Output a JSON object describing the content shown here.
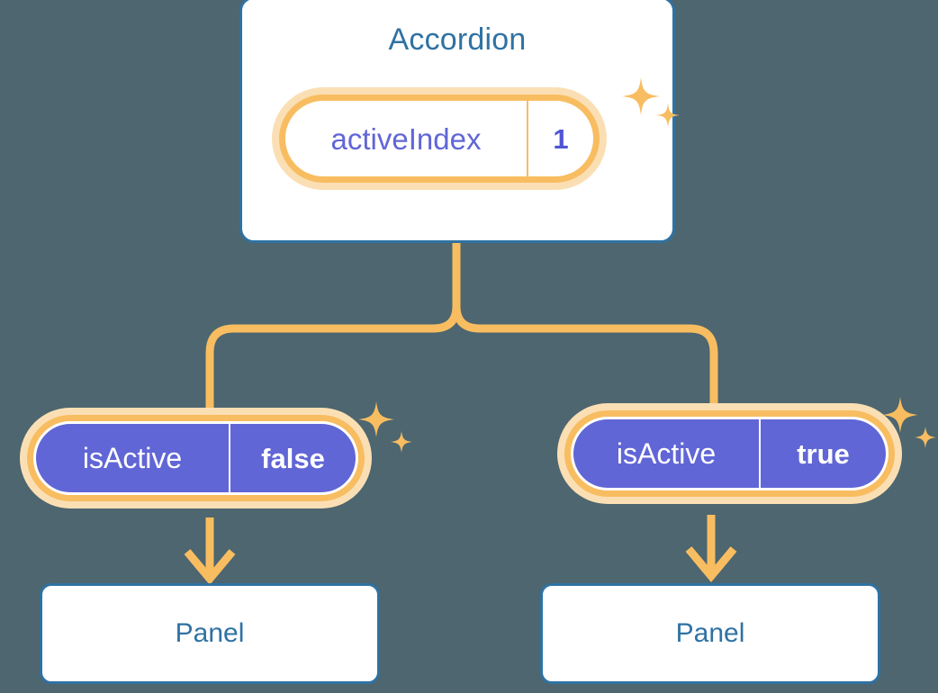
{
  "diagram": {
    "type": "component-state-tree",
    "background_color": "#4d666f",
    "accent_orange": "#f8bd61",
    "accent_orange_halo": "#fbdfb4",
    "accent_blue": "#2f72a3",
    "accent_purple": "#6166d6",
    "root": {
      "title": "Accordion",
      "state": {
        "key": "activeIndex",
        "value": "1"
      }
    },
    "children": [
      {
        "state": {
          "key": "isActive",
          "value": "false"
        },
        "node": {
          "title": "Panel"
        }
      },
      {
        "state": {
          "key": "isActive",
          "value": "true"
        },
        "node": {
          "title": "Panel"
        }
      }
    ],
    "decorations": {
      "sparkle_name": "sparkle-icon",
      "arrow_name": "arrow-down-icon"
    }
  }
}
